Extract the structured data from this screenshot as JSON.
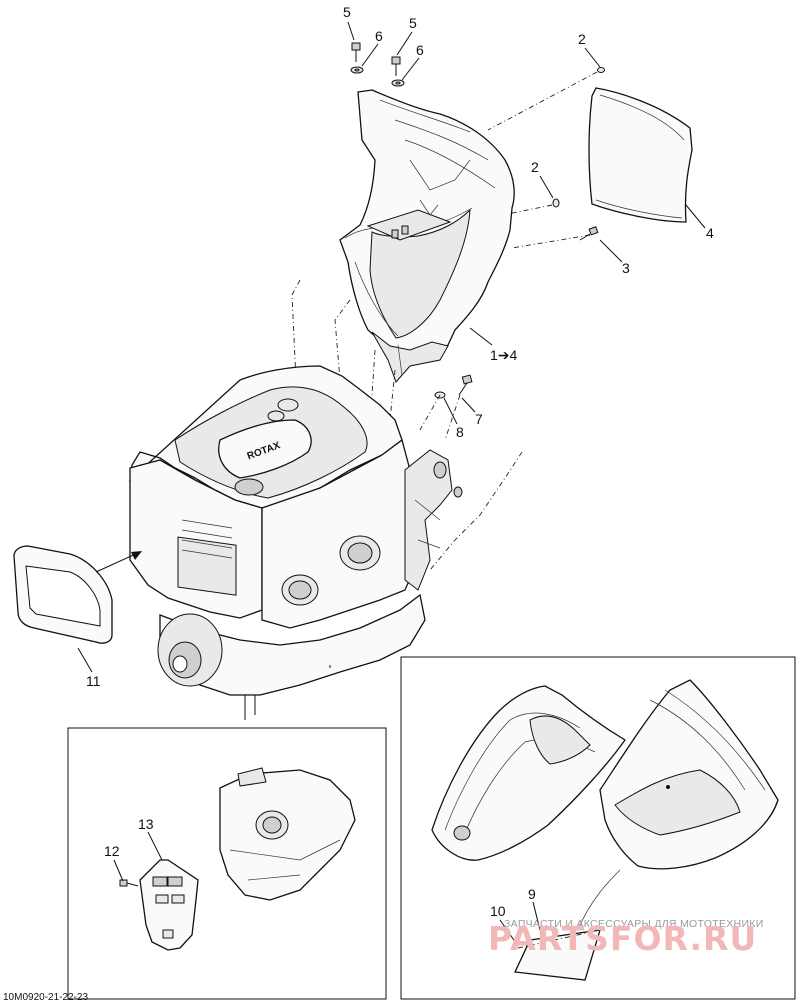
{
  "diagram": {
    "reference_code": "10M0920-21-22-23",
    "callouts": [
      {
        "id": "c5a",
        "text": "5"
      },
      {
        "id": "c6a",
        "text": "6"
      },
      {
        "id": "c5b",
        "text": "5"
      },
      {
        "id": "c6b",
        "text": "6"
      },
      {
        "id": "c2a",
        "text": "2"
      },
      {
        "id": "c2b",
        "text": "2"
      },
      {
        "id": "c4",
        "text": "4"
      },
      {
        "id": "c3",
        "text": "3"
      },
      {
        "id": "c1to4",
        "text": "1➔4"
      },
      {
        "id": "c7",
        "text": "7"
      },
      {
        "id": "c8",
        "text": "8"
      },
      {
        "id": "c11",
        "text": "11"
      },
      {
        "id": "c13",
        "text": "13"
      },
      {
        "id": "c12",
        "text": "12"
      },
      {
        "id": "c9",
        "text": "9"
      },
      {
        "id": "c10",
        "text": "10"
      }
    ],
    "engine_logo": "ROTAX",
    "watermark": {
      "line1": "ЗАПЧАСТИ И АКСЕССУАРЫ ДЛЯ МОТОТЕХНИКИ",
      "line2": "PARTSFOR.RU",
      "color": "#f2b8b8"
    }
  }
}
